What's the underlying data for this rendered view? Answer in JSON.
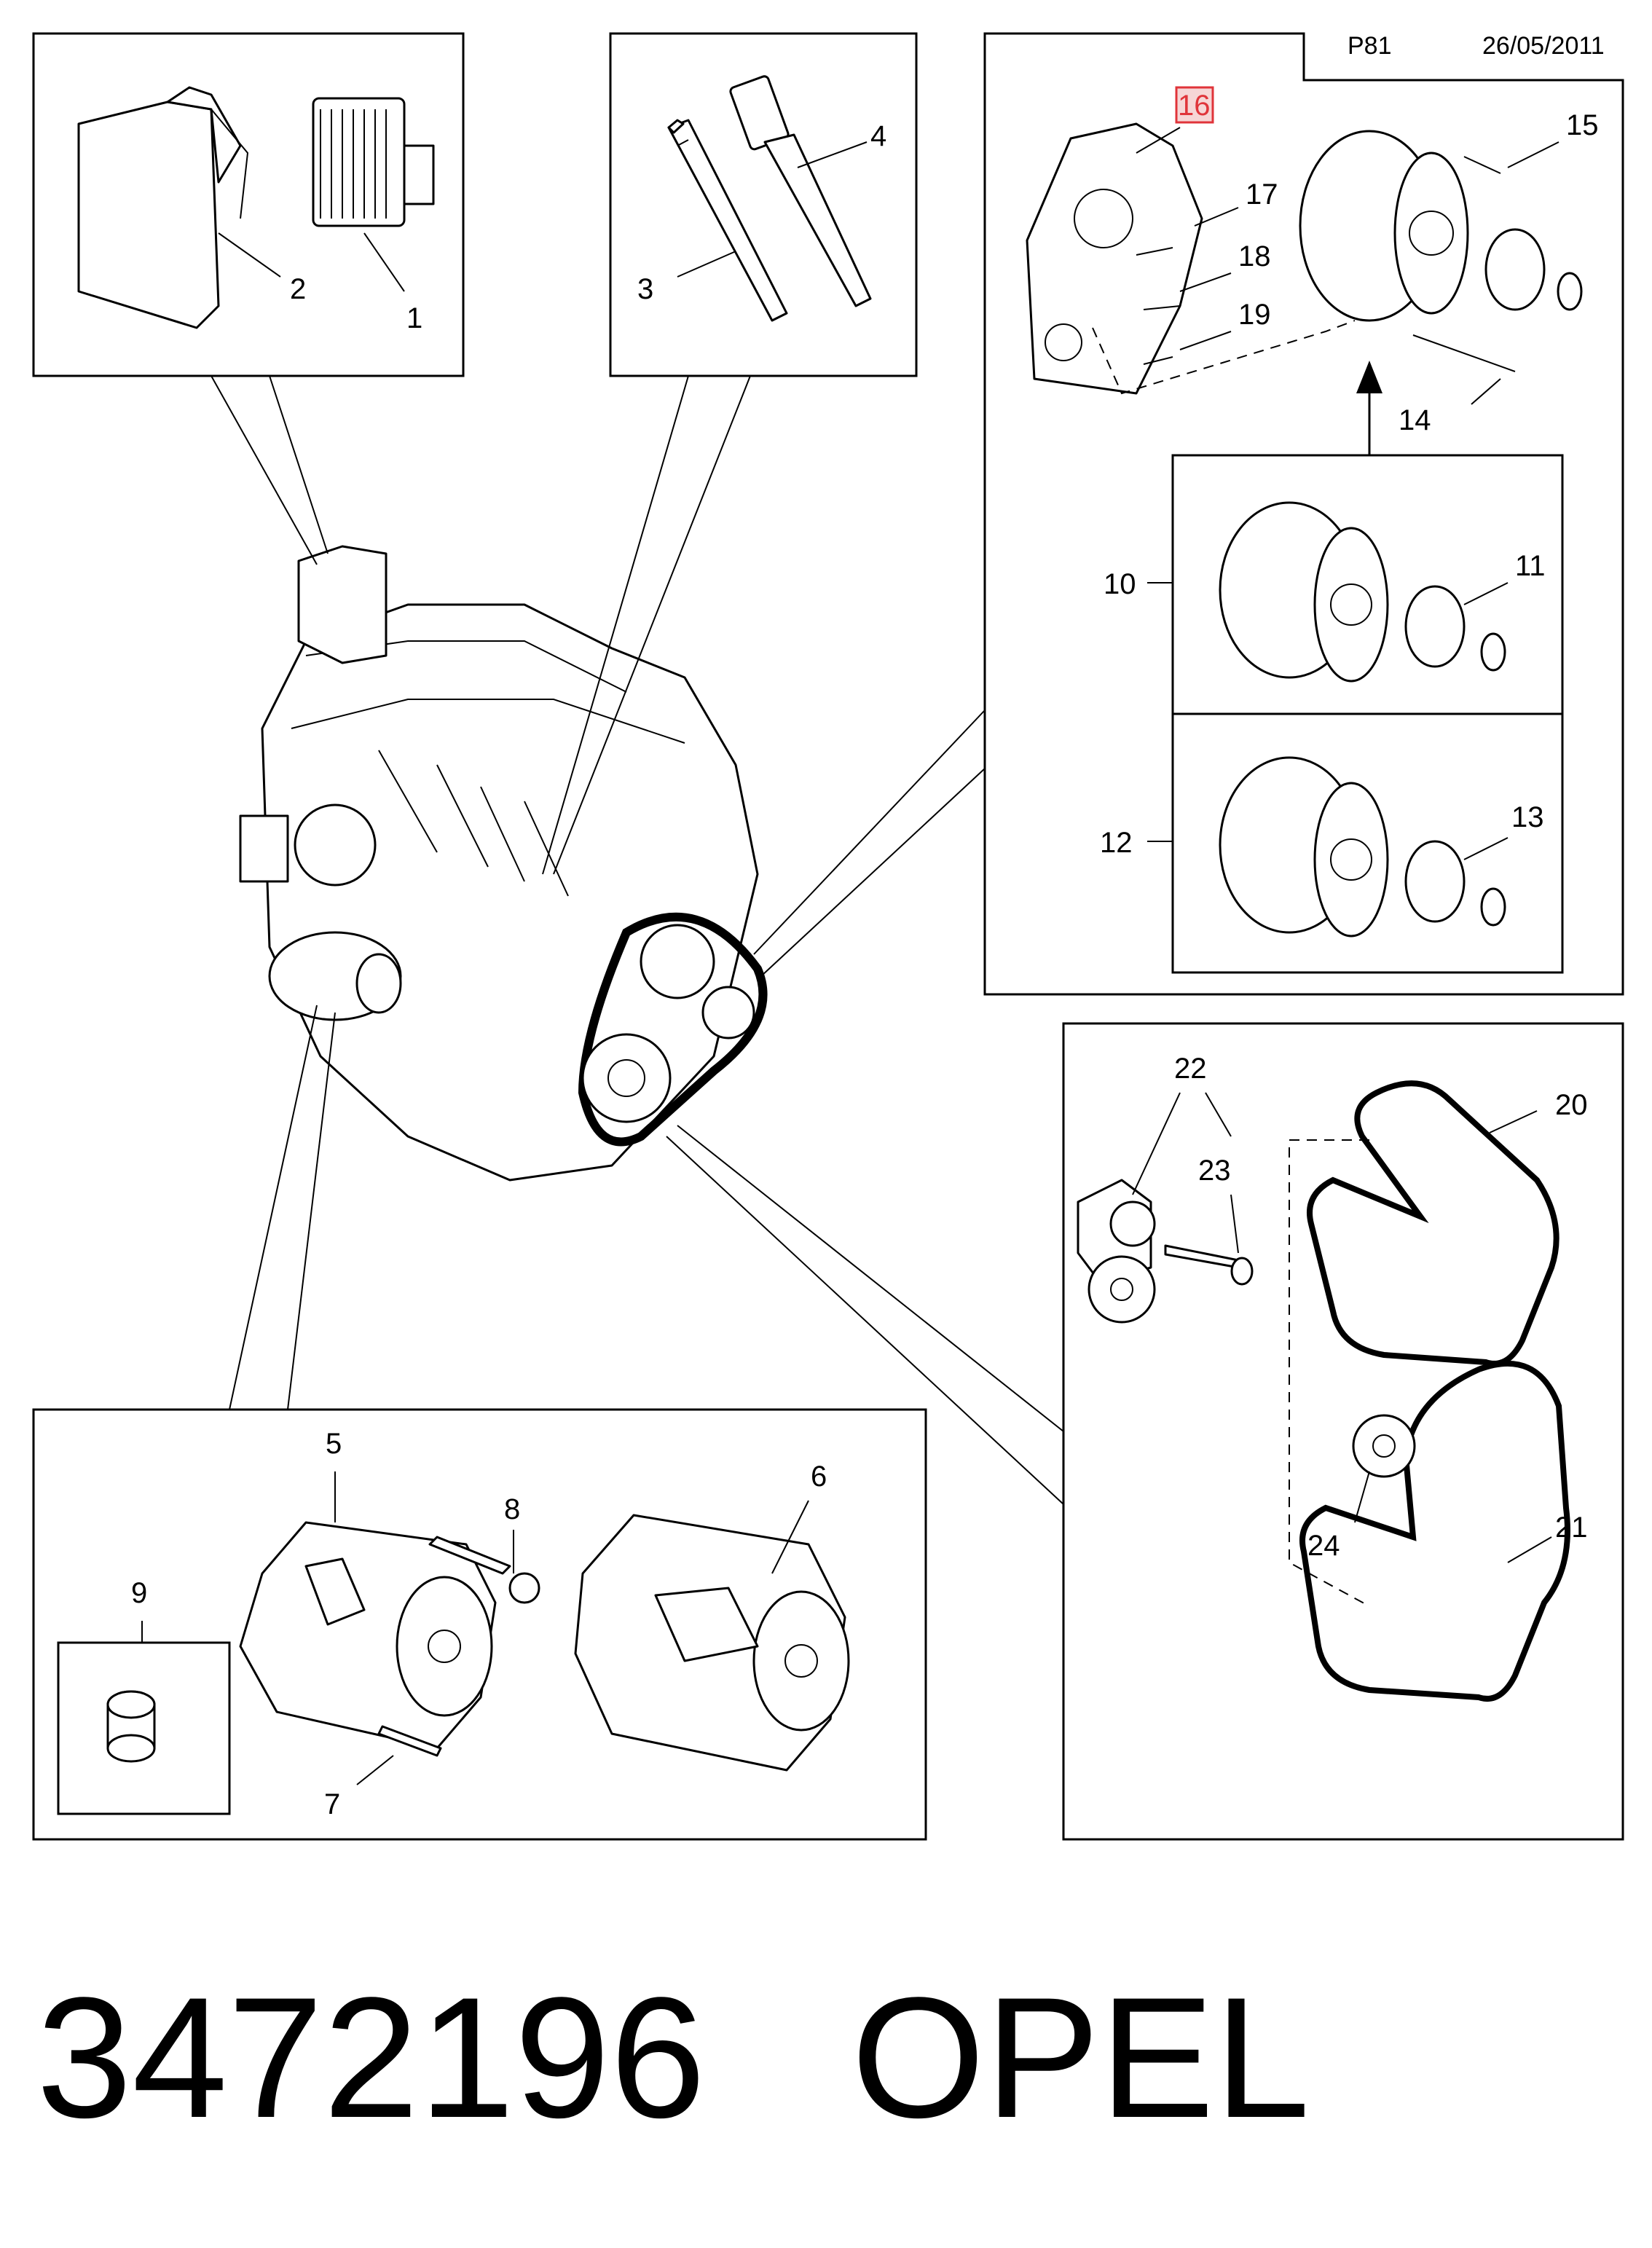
{
  "header": {
    "page": "P81",
    "date": "26/05/2011"
  },
  "callouts": {
    "c1": "1",
    "c2": "2",
    "c3": "3",
    "c4": "4",
    "c5": "5",
    "c6": "6",
    "c7": "7",
    "c8": "8",
    "c9": "9",
    "c10": "10",
    "c11": "11",
    "c12": "12",
    "c13": "13",
    "c14": "14",
    "c15": "15",
    "c16": "16",
    "c17": "17",
    "c18": "18",
    "c19": "19",
    "c20": "20",
    "c21": "21",
    "c22": "22",
    "c23": "23",
    "c24": "24"
  },
  "highlight": {
    "callout": "16",
    "color": "#e0343a"
  },
  "footer": {
    "part_number": "3472196",
    "brand": "OPEL"
  }
}
